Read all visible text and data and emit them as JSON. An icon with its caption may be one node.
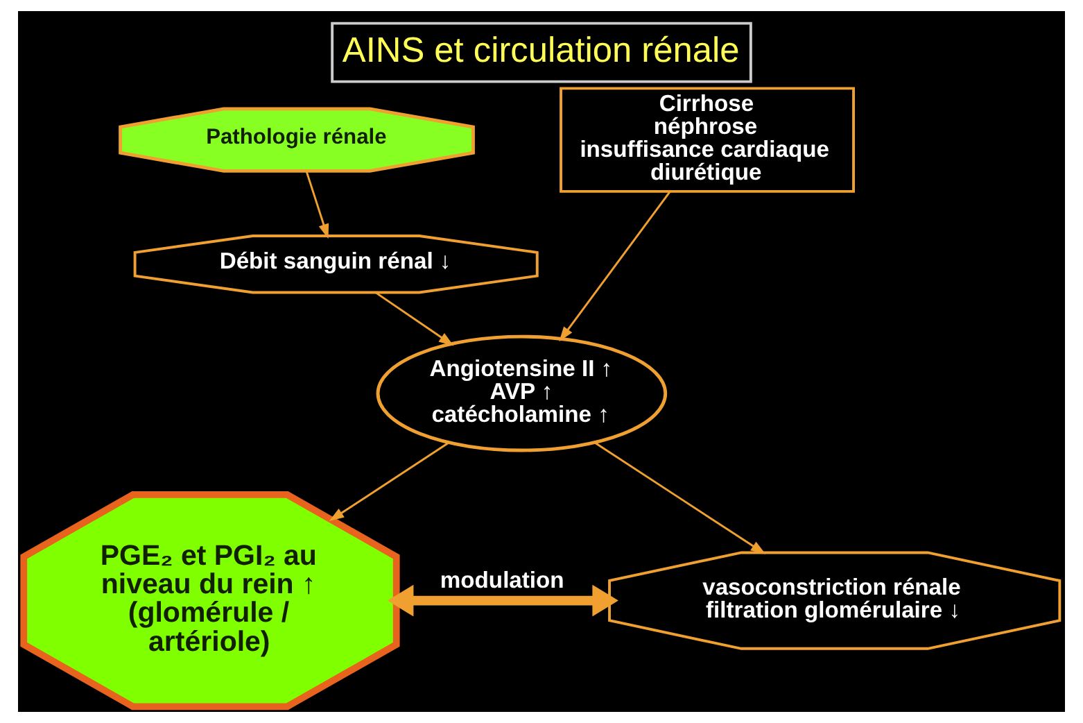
{
  "diagram": {
    "title": "AINS et circulation rénale",
    "nodes": [
      {
        "text": [
          "Pathologie rénale"
        ]
      },
      {
        "text": [
          "Cirrhose néphrose insuffisance cardiaque diurétique"
        ]
      },
      {
        "text": [
          "Débit sanguin rénal ↓"
        ]
      },
      {
        "text": [
          "Angiotensine II ↑ AVP ↑ catécholamine ↑"
        ]
      },
      {
        "text": [
          "PGE₂ et PGI₂ au niveau du rein ↑ (glomérule / artériole)"
        ]
      },
      {
        "text": [
          "vasoconstriction rénale filtration glomérulaire ↓"
        ]
      }
    ],
    "edges": [
      {
        "from": 0,
        "to": 2,
        "arrow": "to"
      },
      {
        "from": 1,
        "to": 3,
        "arrow": "to"
      },
      {
        "from": 2,
        "to": 3,
        "arrow": "to"
      },
      {
        "from": 3,
        "to": 4,
        "arrow": "to"
      },
      {
        "from": 3,
        "to": 5,
        "arrow": "to"
      },
      {
        "from": 4,
        "to": 5,
        "arrow": "both",
        "label": "modulation",
        "style": "thick"
      }
    ]
  }
}
